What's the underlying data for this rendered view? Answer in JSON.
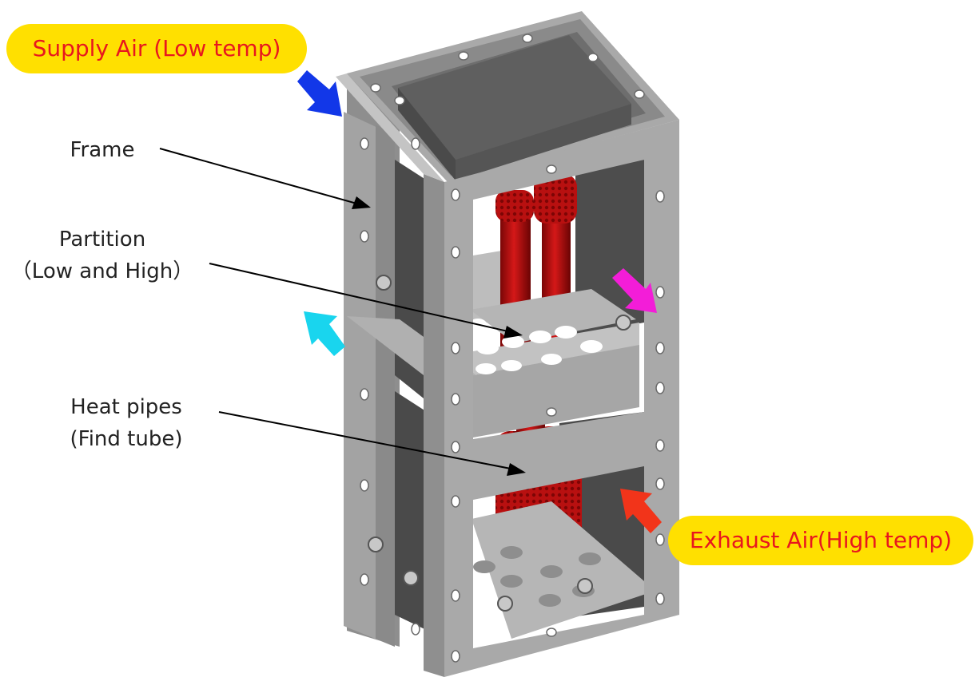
{
  "labels": {
    "supply_air": "Supply Air (Low temp)",
    "exhaust_air": "Exhaust Air(High temp)",
    "frame": "Frame",
    "partition_line1": "Partition",
    "partition_line2": "（Low and High）",
    "heat_pipes_line1": "Heat pipes",
    "heat_pipes_line2": "(Find tube)"
  },
  "colors": {
    "label_pill_bg": "#FFE000",
    "label_pill_text": "#E8171E",
    "supply_arrow": "#1237E8",
    "exhaust_arrow": "#F2341A",
    "cyan_arrow": "#19D5EE",
    "magenta_arrow": "#F31DD8",
    "frame_metal": "#9C9C9C",
    "panel_dark": "#4A4A4A",
    "heat_pipe": "#C40F0F"
  }
}
